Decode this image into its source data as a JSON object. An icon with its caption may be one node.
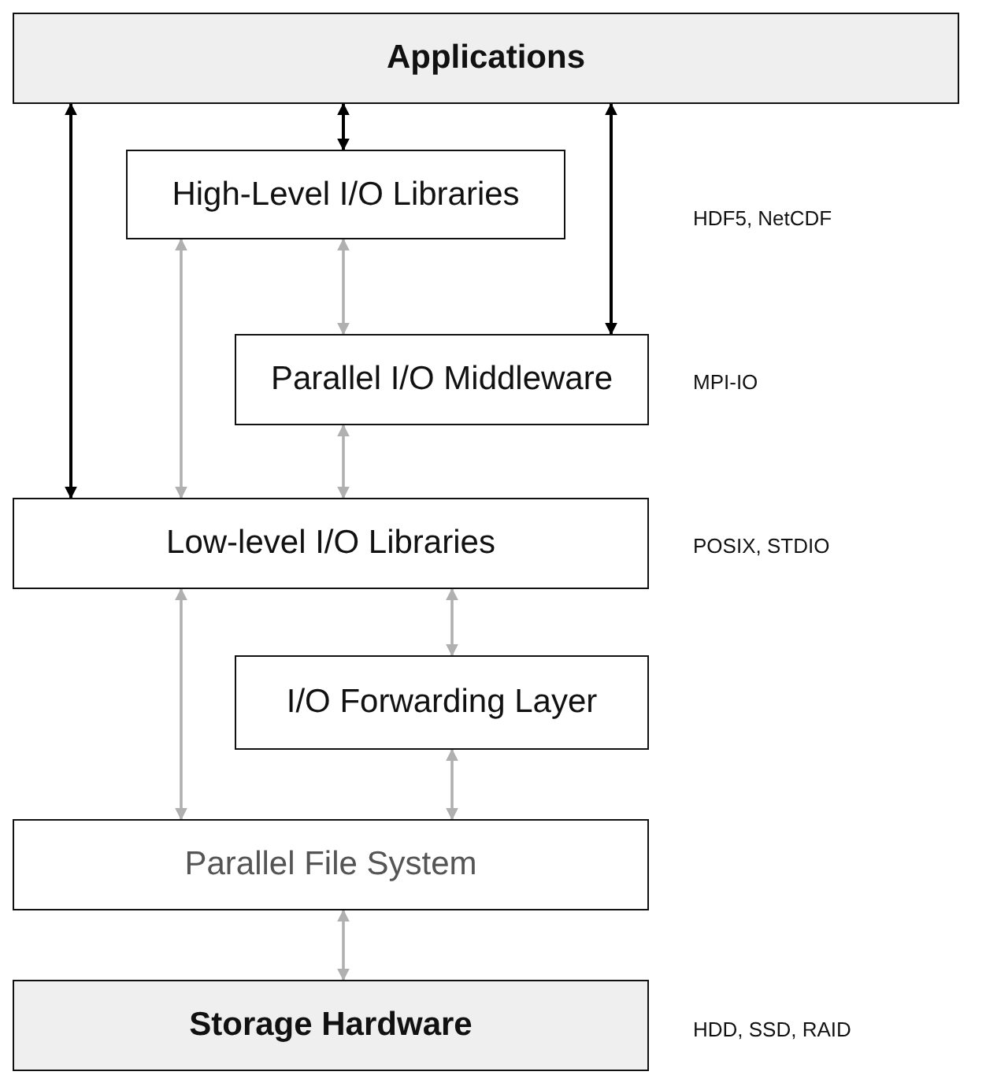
{
  "diagram": {
    "nodes": [
      {
        "text": [
          "Applications"
        ]
      },
      {
        "text": [
          "High-Level I/O Libraries"
        ]
      },
      {
        "text": [
          "Parallel I/O Middleware"
        ]
      },
      {
        "text": [
          "Low-level I/O Libraries"
        ]
      },
      {
        "text": [
          "I/O Forwarding Layer"
        ]
      },
      {
        "text": [
          "Parallel File System"
        ]
      },
      {
        "text": [
          "Storage Hardware"
        ]
      }
    ],
    "edges": [
      {
        "from": 0,
        "to": 3,
        "arrow": "both",
        "color": "#000000"
      },
      {
        "from": 0,
        "to": 1,
        "arrow": "both",
        "color": "#000000"
      },
      {
        "from": 0,
        "to": 2,
        "arrow": "both",
        "color": "#000000"
      },
      {
        "from": 1,
        "to": 3,
        "arrow": "both"
      },
      {
        "from": 1,
        "to": 2,
        "arrow": "both"
      },
      {
        "from": 2,
        "to": 3,
        "arrow": "both"
      },
      {
        "from": 3,
        "to": 5,
        "arrow": "both"
      },
      {
        "from": 3,
        "to": 4,
        "arrow": "both"
      },
      {
        "from": 4,
        "to": 5,
        "arrow": "both"
      },
      {
        "from": 5,
        "to": 6,
        "arrow": "both"
      }
    ],
    "labels": [
      "HDF5, NetCDF",
      "MPI-IO",
      "POSIX, STDIO",
      "HDD, SSD, RAID"
    ]
  }
}
